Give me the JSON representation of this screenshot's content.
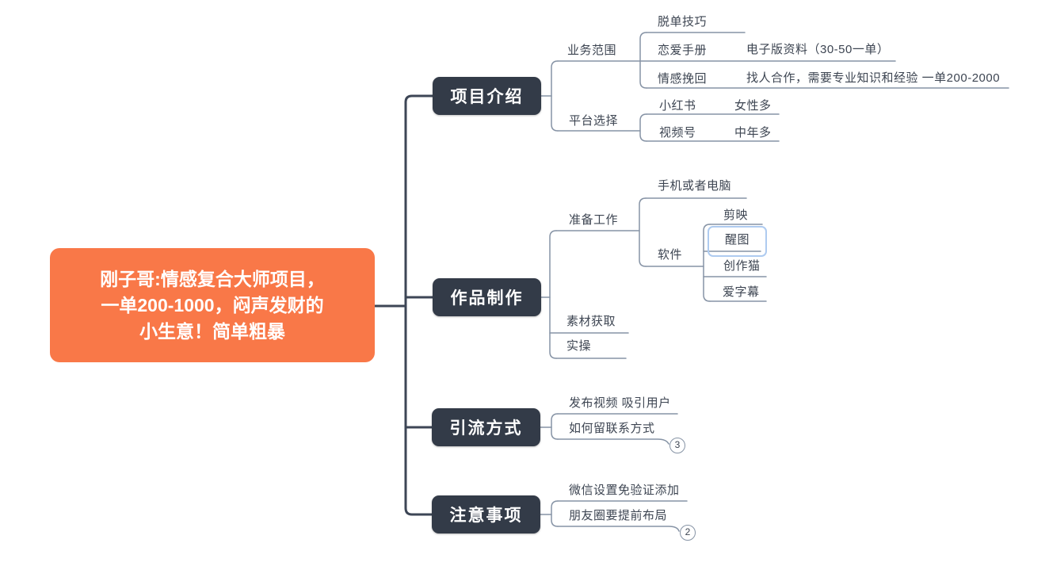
{
  "mindmap": {
    "root": {
      "lines": [
        "刚子哥:情感复合大师项目，",
        "一单200-1000，闷声发财的",
        "小生意！简单粗暴"
      ]
    },
    "children": [
      {
        "label": "项目介绍",
        "children": [
          {
            "label": "业务范围",
            "children": [
              {
                "label": "脱单技巧"
              },
              {
                "label": "恋爱手册",
                "children": [
                  {
                    "label": "电子版资料（30-50一单）"
                  }
                ]
              },
              {
                "label": "情感挽回",
                "children": [
                  {
                    "label": "找人合作，需要专业知识和经验 一单200-2000"
                  }
                ]
              }
            ]
          },
          {
            "label": "平台选择",
            "children": [
              {
                "label": "小红书",
                "children": [
                  {
                    "label": "女性多"
                  }
                ]
              },
              {
                "label": "视频号",
                "children": [
                  {
                    "label": "中年多"
                  }
                ]
              }
            ]
          }
        ]
      },
      {
        "label": "作品制作",
        "children": [
          {
            "label": "准备工作",
            "children": [
              {
                "label": "手机或者电脑"
              },
              {
                "label": "软件",
                "children": [
                  {
                    "label": "剪映"
                  },
                  {
                    "label": "醒图",
                    "selected": true
                  },
                  {
                    "label": "创作猫"
                  },
                  {
                    "label": "爱字幕"
                  }
                ]
              }
            ]
          },
          {
            "label": "素材获取"
          },
          {
            "label": "实操"
          }
        ]
      },
      {
        "label": "引流方式",
        "children": [
          {
            "label": "发布视频 吸引用户"
          },
          {
            "label": "如何留联系方式",
            "collapsed_count": "3"
          }
        ]
      },
      {
        "label": "注意事项",
        "children": [
          {
            "label": "微信设置免验证添加"
          },
          {
            "label": "朋友圈要提前布局",
            "collapsed_count": "2"
          }
        ]
      }
    ]
  },
  "colors": {
    "root_bg": "#F97848",
    "branch_bg": "#333B48",
    "text_color": "#3D4552",
    "line_dark": "#3D4656",
    "line_thin": "#8693A5",
    "selection": "#AECBF0",
    "badge_border": "#8693A5"
  }
}
